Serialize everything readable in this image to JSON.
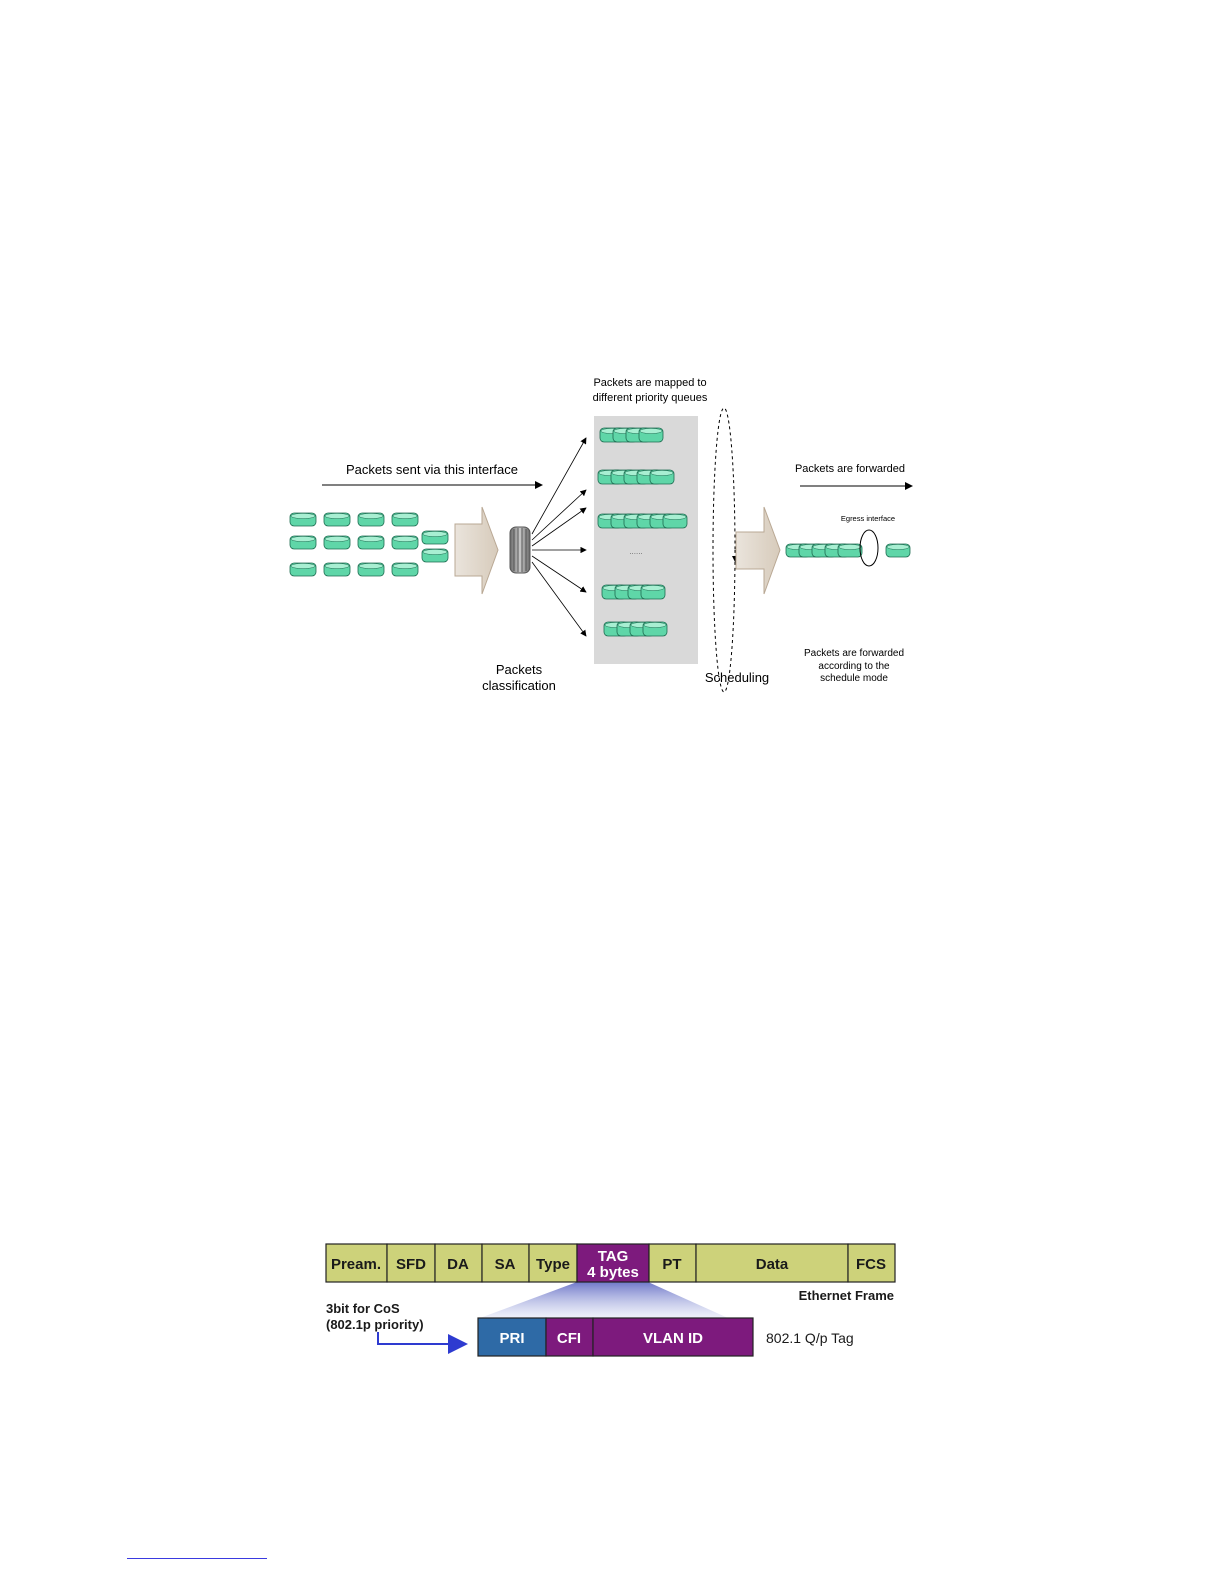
{
  "qos_figure": {
    "label_mapped_line1": "Packets are mapped to",
    "label_mapped_line2": "different priority queues",
    "label_sent": "Packets sent via this interface",
    "label_forwarded": "Packets are forwarded",
    "label_egress": "Egress interface",
    "label_dots": "......",
    "label_classification_line1": "Packets",
    "label_classification_line2": "classification",
    "label_scheduling": "Scheduling",
    "label_mode_line1": "Packets are forwarded",
    "label_mode_line2": "according to the",
    "label_mode_line3": "schedule mode",
    "packet_color": "#5fd6a8",
    "queue_panel_color": "#d9d9d9"
  },
  "frame_figure": {
    "fields": [
      "Pream.",
      "SFD",
      "DA",
      "SA",
      "Type",
      "TAG",
      "4 bytes",
      "PT",
      "Data",
      "FCS"
    ],
    "frame_caption": "Ethernet Frame",
    "cos_line1": "3bit for CoS",
    "cos_line2": "(802.1p priority)",
    "tag_fields": [
      "PRI",
      "CFI",
      "VLAN ID"
    ],
    "tag_caption": "802.1 Q/p Tag",
    "field_color": "#cdd27a",
    "tag_color": "#7d1a7d",
    "pri_color": "#2e6aa6"
  }
}
